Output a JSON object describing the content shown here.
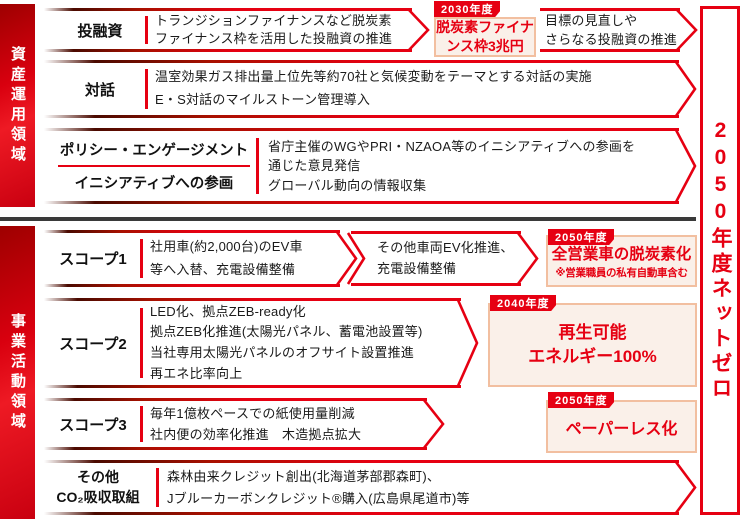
{
  "page": {
    "accent_color": "#e60012",
    "box_bg_color": "#faf0e9",
    "box_border_color": "#f2bfa0",
    "divider_color": "#3a3a3a"
  },
  "side": {
    "asset": "資産運用領域",
    "business": "事業活動領域"
  },
  "goal_bar": {
    "label": "2050年度ネットゼロ"
  },
  "asset_rows": {
    "invest": {
      "label": "投融資",
      "text": "トランジションファイナンスなど脱炭素\nファイナンス枠を活用した投融資の推進",
      "badge": "2030年度",
      "milestone": "脱炭素ファイナ\nンス枠3兆円",
      "followup": "目標の見直しや\nさらなる投融資の推進"
    },
    "dialogue": {
      "label": "対話",
      "text": "温室効果ガス排出量上位先等約70社と気候変動をテーマとする対話の実施\nE・S対話のマイルストーン管理導入"
    },
    "policy": {
      "label_top": "ポリシー・エンゲージメント",
      "label_bottom": "イニシアティブへの参画",
      "text": "省庁主催のWGやPRI・NZAOA等のイニシアティブへの参画を\n通じた意見発信\nグローバル動向の情報収集"
    }
  },
  "business_rows": {
    "scope1": {
      "label": "スコープ1",
      "text": "社用車(約2,000台)のEV車\n等へ入替、充電設備整備",
      "text2": "その他車両EV化推進、\n充電設備整備",
      "badge": "2050年度",
      "goal": "全営業車の脱炭素化",
      "goal_note": "※営業職員の私有自動車含む"
    },
    "scope2": {
      "label": "スコープ2",
      "text": "LED化、拠点ZEB-ready化\n拠点ZEB化推進(太陽光パネル、蓄電池設置等)\n当社専用太陽光パネルのオフサイト設置推進\n再エネ比率向上",
      "badge": "2040年度",
      "goal": "再生可能\nエネルギー100%"
    },
    "scope3": {
      "label": "スコープ3",
      "text": "毎年1億枚ペースでの紙使用量削減\n社内便の効率化推進　木造拠点拡大",
      "badge": "2050年度",
      "goal": "ペーパーレス化"
    },
    "absorption": {
      "label": "その他\nCO₂吸収取組",
      "text": "森林由来クレジット創出(北海道茅部郡森町)、\nJブルーカーボンクレジット®購入(広島県尾道市)等"
    }
  }
}
